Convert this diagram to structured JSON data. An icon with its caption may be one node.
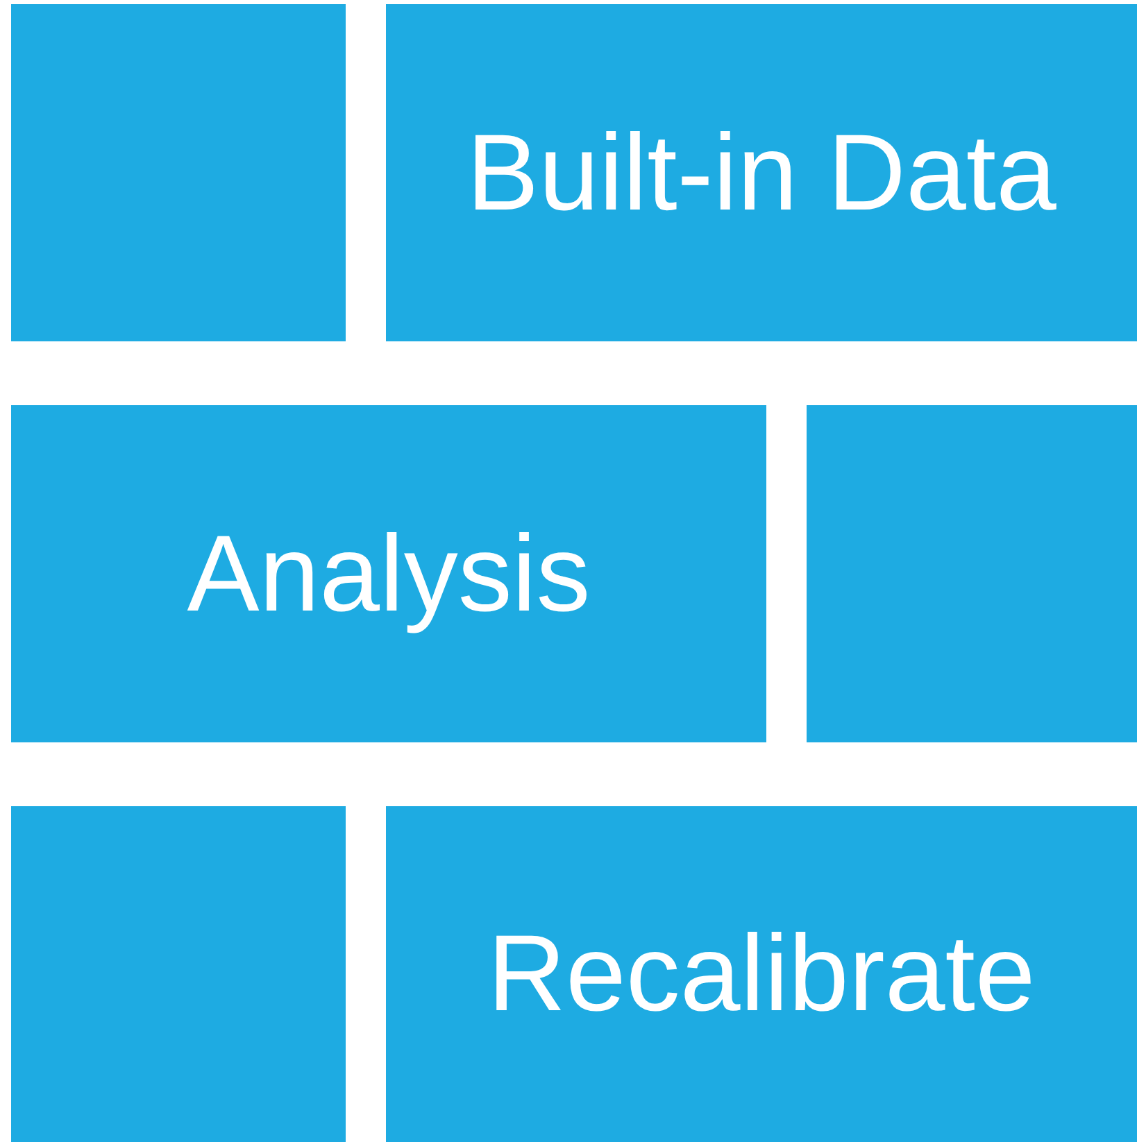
{
  "diagram": {
    "nodes": [
      {
        "text": [],
        "shape": "box"
      },
      {
        "text": [
          "Built-in Data"
        ]
      },
      {
        "text": [
          "Analysis"
        ]
      },
      {
        "text": [],
        "shape": "box"
      },
      {
        "text": [],
        "shape": "box"
      },
      {
        "text": [
          "Recalibrate"
        ]
      }
    ]
  }
}
